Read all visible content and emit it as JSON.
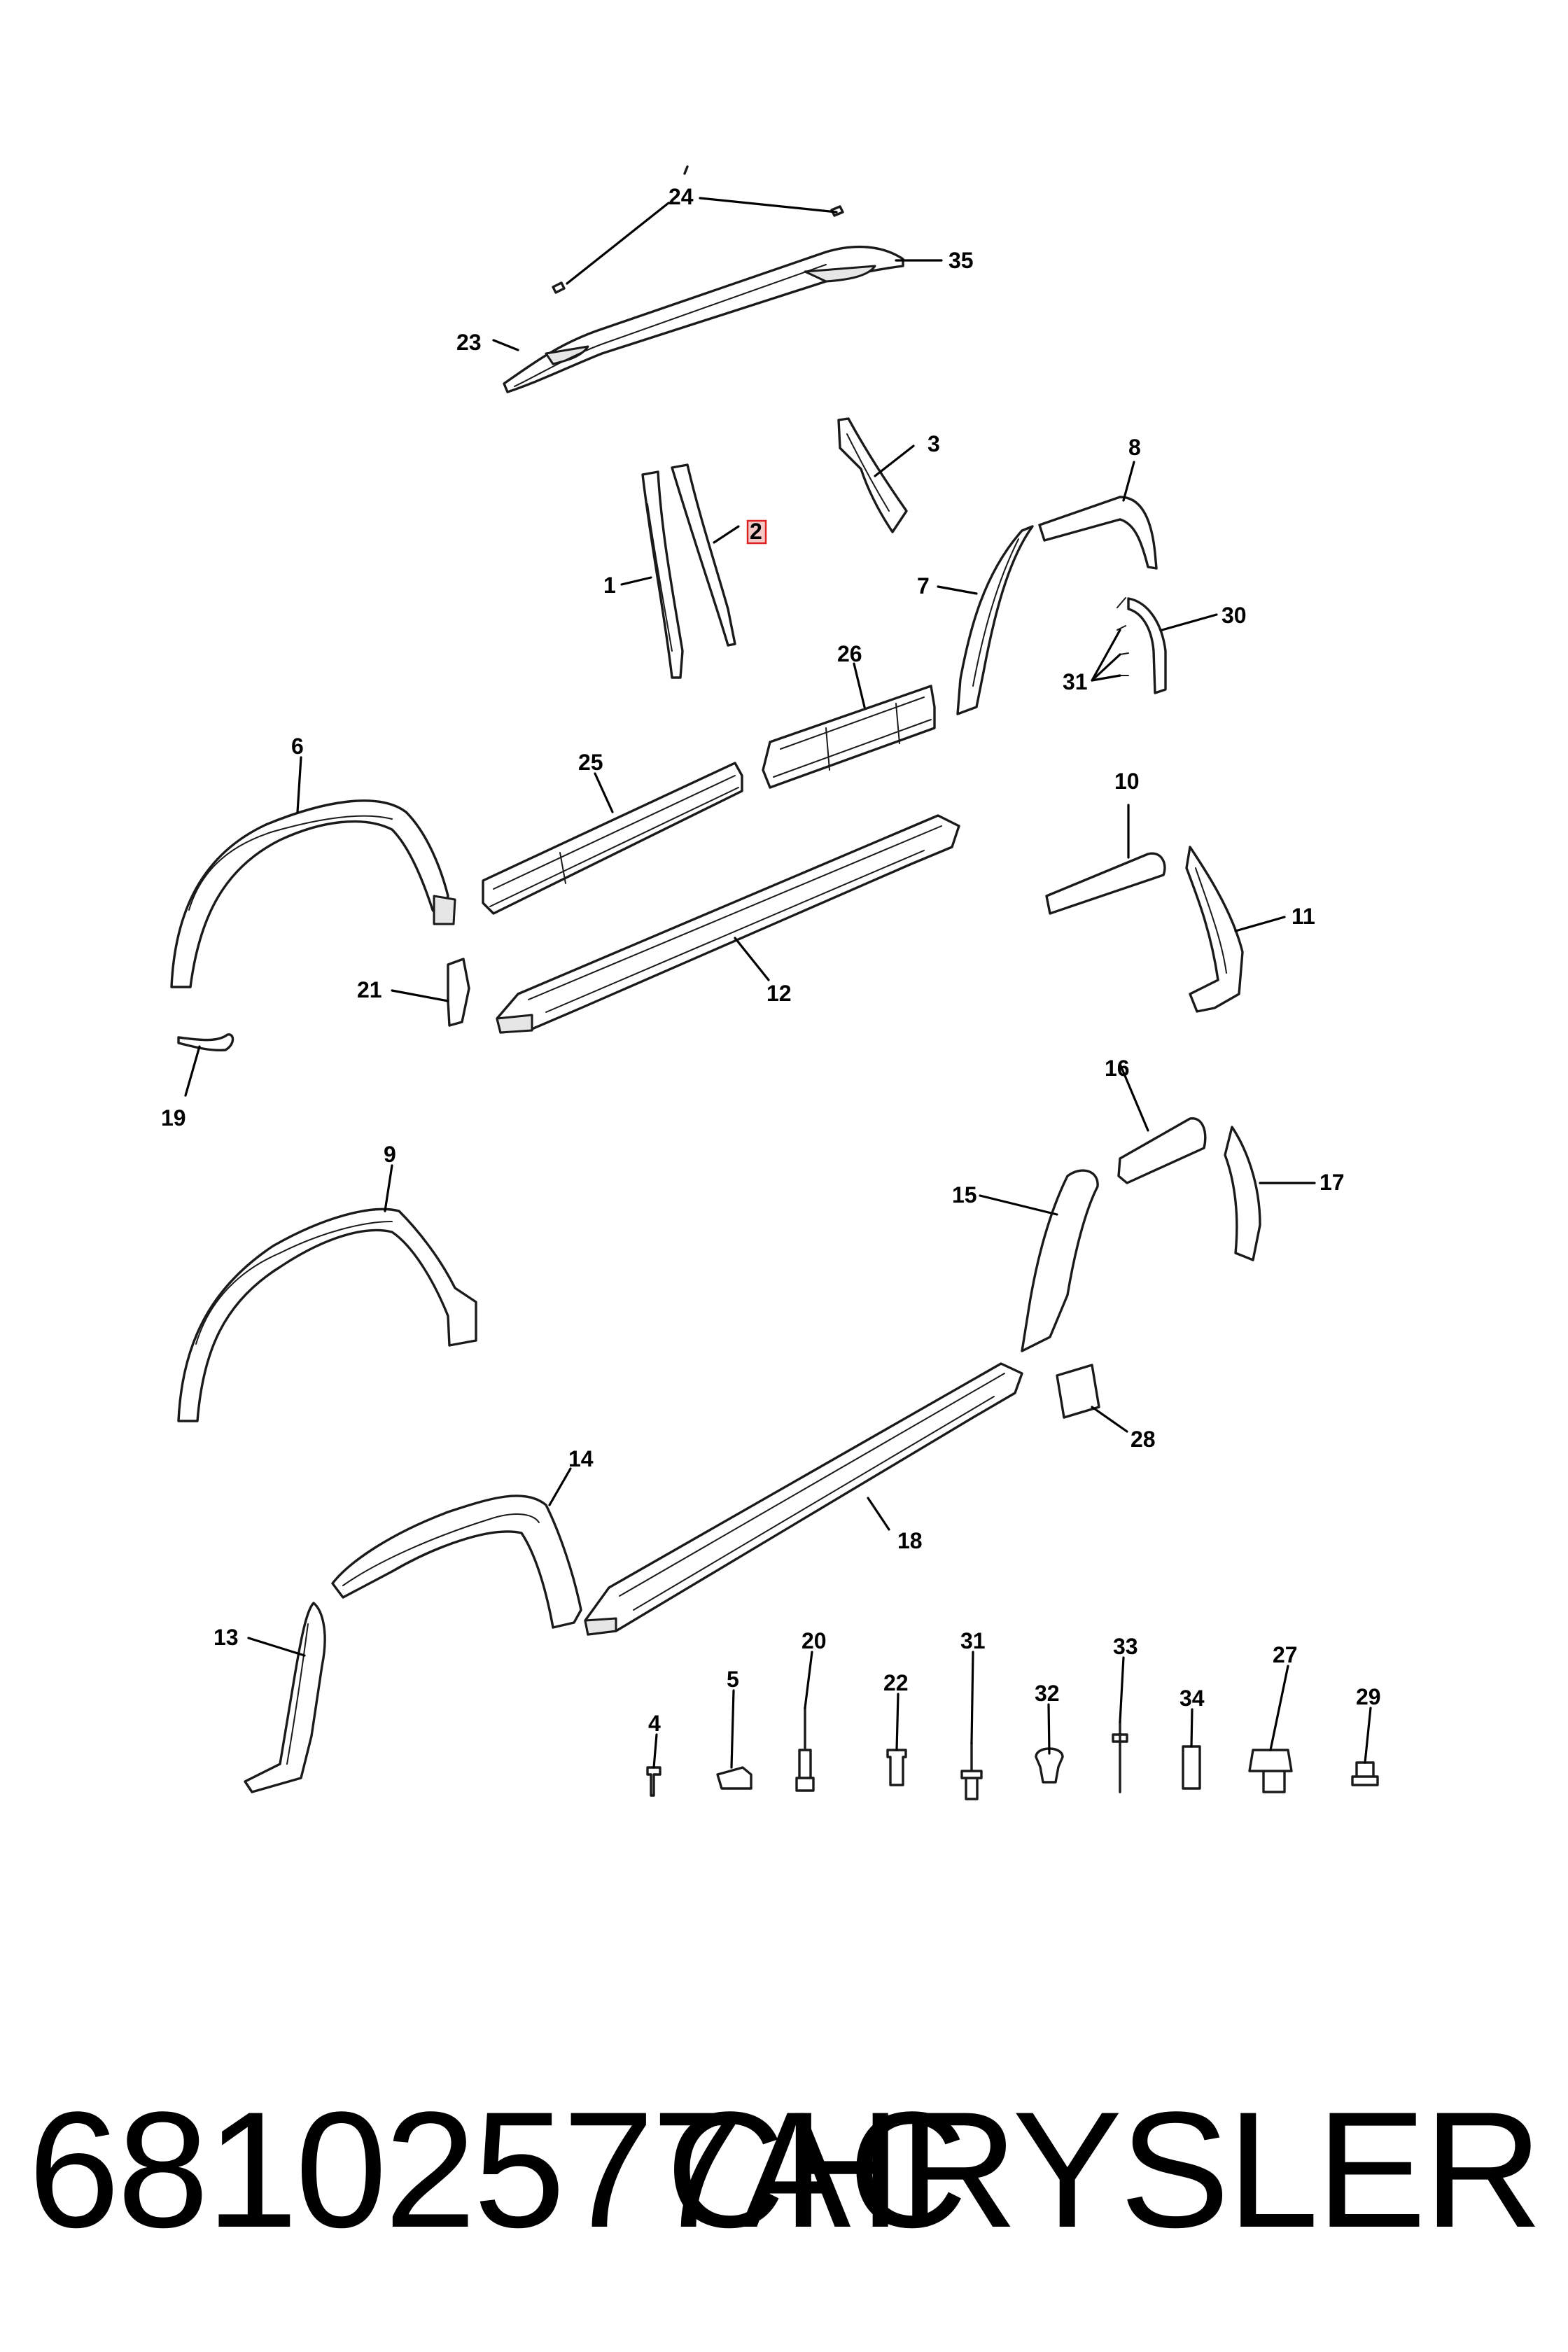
{
  "callouts": {
    "c24": "24",
    "c35": "35",
    "c23": "23",
    "c3": "3",
    "c8": "8",
    "c2": "2",
    "c1": "1",
    "c7": "7",
    "c30": "30",
    "c31a": "31",
    "c26": "26",
    "c6": "6",
    "c25": "25",
    "c10": "10",
    "c11": "11",
    "c21": "21",
    "c12": "12",
    "c19": "19",
    "c16": "16",
    "c9": "9",
    "c15": "15",
    "c17": "17",
    "c28": "28",
    "c14": "14",
    "c18": "18",
    "c13": "13",
    "c20": "20",
    "c31b": "31",
    "c5": "5",
    "c22": "22",
    "c33": "33",
    "c32": "32",
    "c27": "27",
    "c4": "4",
    "c34": "34",
    "c29": "29"
  },
  "highlighted_callout": "2",
  "footer": {
    "part_number": "68102577AC",
    "brand": "CHRYSLER"
  },
  "colors": {
    "highlight_fill": "#f6c9c9",
    "highlight_stroke": "#dd2222"
  }
}
